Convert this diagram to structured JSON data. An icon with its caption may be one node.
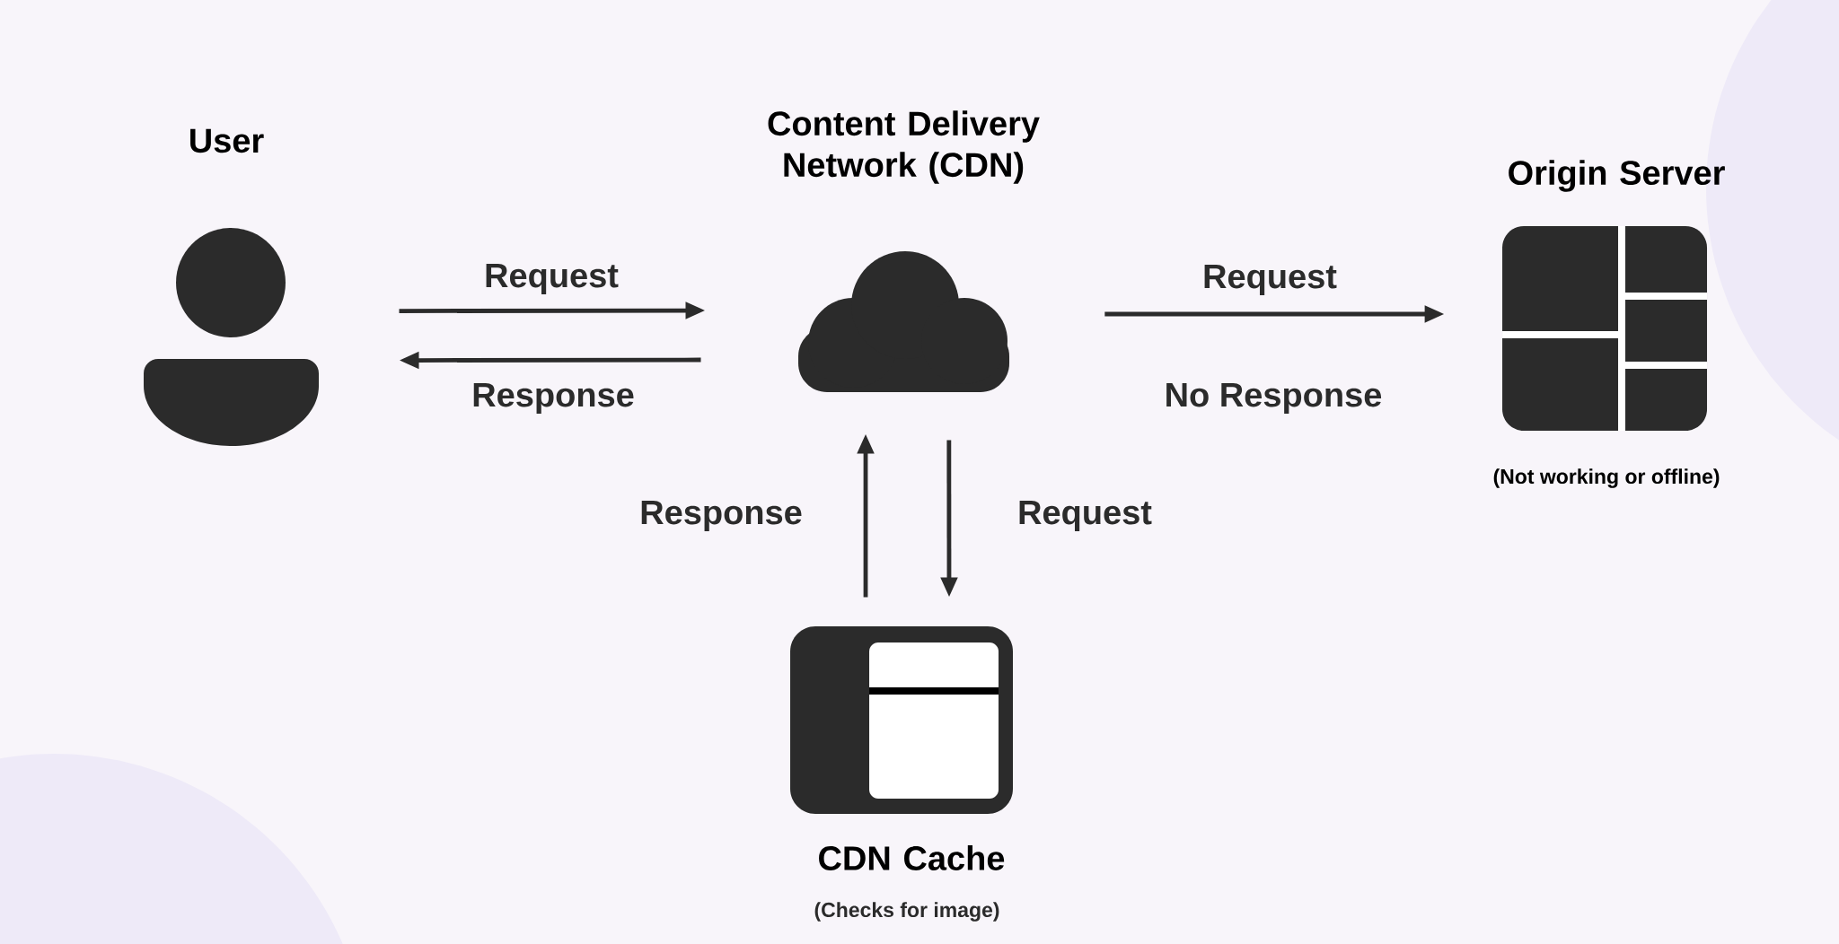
{
  "diagram": {
    "nodes": [
      {
        "text": [
          "User"
        ]
      },
      {
        "text": [
          "Content Delivery Network (CDN)"
        ]
      },
      {
        "text": [
          "Origin Server"
        ],
        "beside": [
          "(Not working or offline)"
        ]
      },
      {
        "text": [
          "CDN Cache"
        ]
      }
    ],
    "edges": [
      {
        "from": 0,
        "to": 1,
        "arrow": "to",
        "label": "Request"
      },
      {
        "from": 1,
        "to": 0,
        "arrow": "to",
        "label": "Response"
      },
      {
        "from": 1,
        "to": 2,
        "arrow": "to",
        "label": "Request"
      },
      {
        "from": 3,
        "to": 1,
        "arrow": "to",
        "label": "Response"
      },
      {
        "from": 1,
        "to": 3,
        "arrow": "to",
        "label": "Request"
      }
    ],
    "labels": [
      "No Response",
      "(Checks for image)"
    ]
  }
}
